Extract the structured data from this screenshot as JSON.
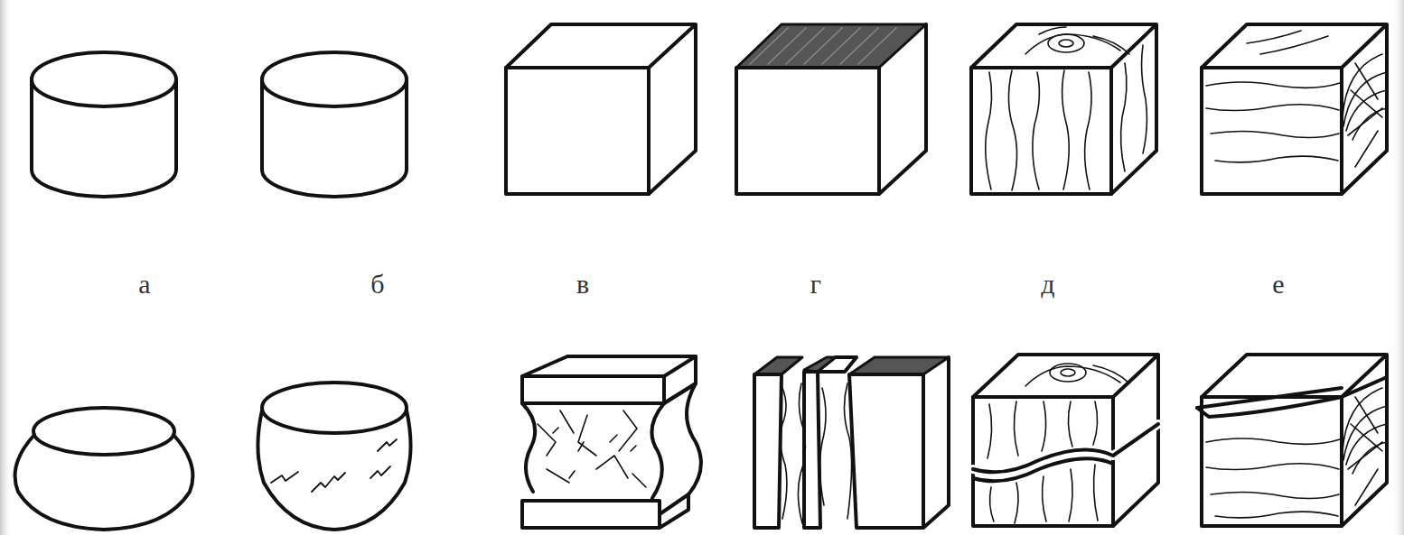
{
  "diagram": {
    "labels": [
      "а",
      "б",
      "в",
      "г",
      "д",
      "е"
    ]
  }
}
